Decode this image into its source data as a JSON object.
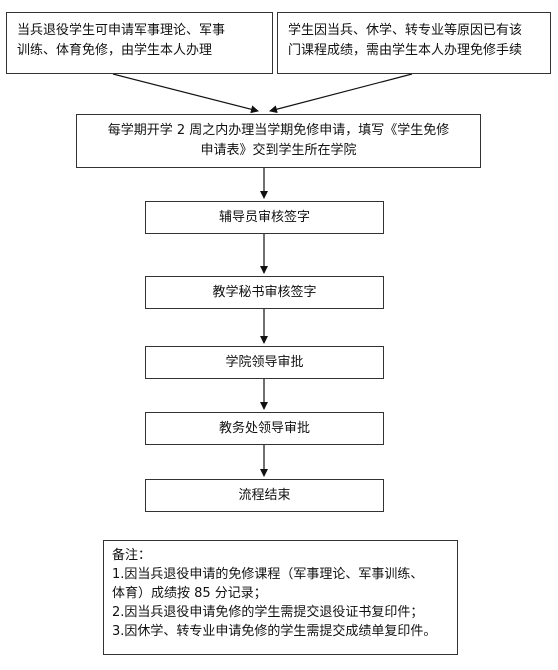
{
  "flowchart": {
    "top_left": {
      "lines": [
        "当兵退役学生可申请军事理论、军事",
        "训练、体育免修，由学生本人办理"
      ]
    },
    "top_right": {
      "lines": [
        "学生因当兵、休学、转专业等原因已有该",
        "门课程成绩，需由学生本人办理免修手续"
      ]
    },
    "apply": {
      "lines": [
        "每学期开学 2 周之内办理当学期免修申请，填写《学生免修",
        "申请表》交到学生所在学院"
      ]
    },
    "steps": {
      "counselor": "辅导员审核签字",
      "secretary": "教学秘书审核签字",
      "college": "学院领导审批",
      "academic_office": "教务处领导审批",
      "end": "流程结束"
    },
    "notes": {
      "title": "备注：",
      "lines": [
        "1.因当兵退役申请的免修课程（军事理论、军事训练、",
        "体育）成绩按 85 分记录；",
        "2.因当兵退役申请免修的学生需提交退役证书复印件；",
        "3.因休学、转专业申请免修的学生需提交成绩单复印件。"
      ]
    }
  }
}
